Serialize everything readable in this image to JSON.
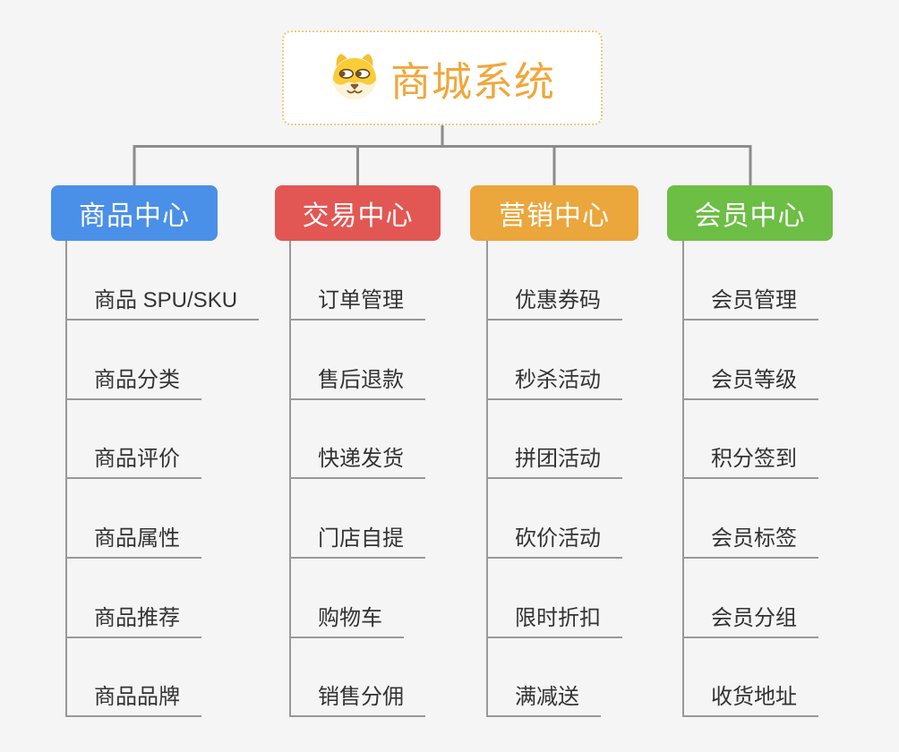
{
  "root": {
    "title": "商城系统",
    "icon": "dog-face",
    "title_color": "#F0A73B"
  },
  "branches": [
    {
      "label": "商品中心",
      "color": "#4A8FE8",
      "items": [
        "商品 SPU/SKU",
        "商品分类",
        "商品评价",
        "商品属性",
        "商品推荐",
        "商品品牌"
      ]
    },
    {
      "label": "交易中心",
      "color": "#E25753",
      "items": [
        "订单管理",
        "售后退款",
        "快递发货",
        "门店自提",
        "购物车",
        "销售分佣"
      ]
    },
    {
      "label": "营销中心",
      "color": "#EBA63C",
      "items": [
        "优惠券码",
        "秒杀活动",
        "拼团活动",
        "砍价活动",
        "限时折扣",
        "满减送"
      ]
    },
    {
      "label": "会员中心",
      "color": "#6CBE44",
      "items": [
        "会员管理",
        "会员等级",
        "积分签到",
        "会员标签",
        "会员分组",
        "收货地址"
      ]
    }
  ],
  "theme": {
    "background-color": "#F5F5F5",
    "connector-color": "#8C8C8C",
    "child-line-color": "#999999",
    "item-text-color": "#333333",
    "branch-text-color": "#FFFFFF",
    "root-border-color": "#F2C87F",
    "root-bg-color": "#FFFFFF"
  }
}
